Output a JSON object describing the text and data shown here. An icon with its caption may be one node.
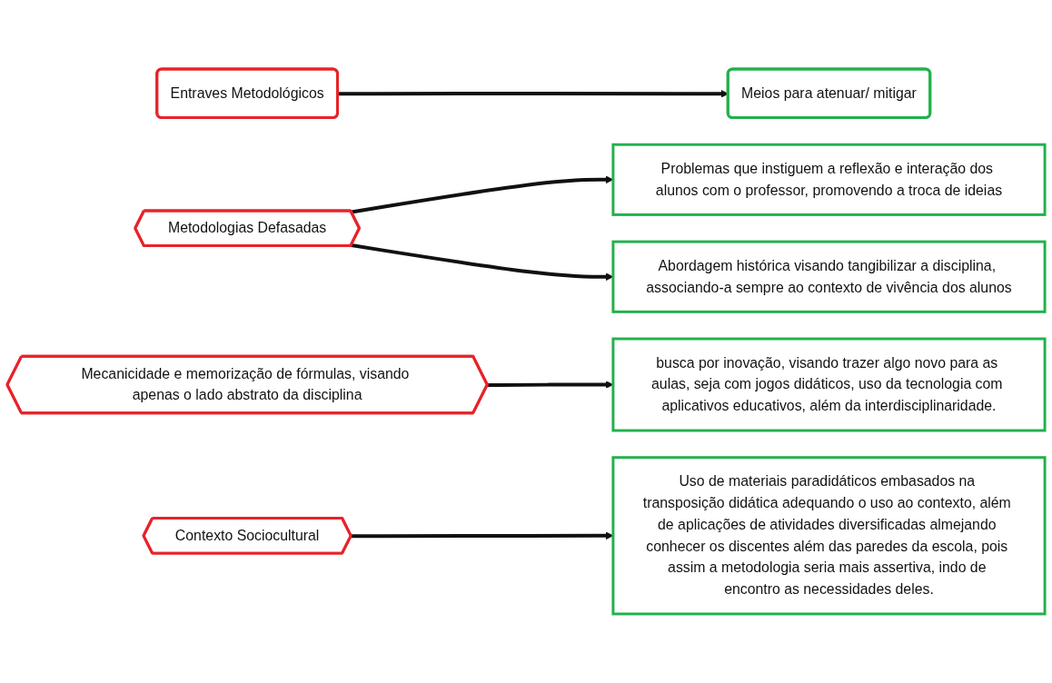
{
  "diagram": {
    "nodes": [
      {
        "text": [
          "Entraves Metodológicos"
        ]
      },
      {
        "text": [
          "Meios para atenuar/ mitigar"
        ]
      },
      {
        "text": [
          "Metodologias Defasadas"
        ]
      },
      {
        "text": [
          "Problemas que instiguem a reflexão e interação dos alunos com o professor, promovendo a troca de ideias"
        ]
      },
      {
        "text": [
          "Abordagem histórica visando tangibilizar a disciplina, associando-a sempre ao contexto de vivência dos alunos"
        ]
      },
      {
        "text": [
          "Mecanicidade e memorização de fórmulas, visando apenas o lado abstrato da disciplina"
        ]
      },
      {
        "text": [
          "busca por inovação, visando trazer algo novo para as aulas, seja com jogos didáticos, uso da tecnologia com aplicativos educativos, além da interdisciplinaridade."
        ]
      },
      {
        "text": [
          "Contexto Sociocultural"
        ]
      },
      {
        "text": [
          "Uso de materiais paradidáticos embasados na transposição didática adequando o uso ao contexto, além de aplicações de atividades diversificadas almejando conhecer os discentes além das paredes da escola, pois assim a metodologia seria mais assertiva, indo de encontro as necessidades deles."
        ]
      }
    ],
    "edges": [
      {
        "from": 0,
        "to": 1,
        "arrow": "to"
      },
      {
        "from": 2,
        "to": 3,
        "arrow": "to"
      },
      {
        "from": 2,
        "to": 4,
        "arrow": "to"
      },
      {
        "from": 5,
        "to": 6,
        "arrow": "to"
      },
      {
        "from": 7,
        "to": 8,
        "arrow": "to"
      }
    ]
  }
}
